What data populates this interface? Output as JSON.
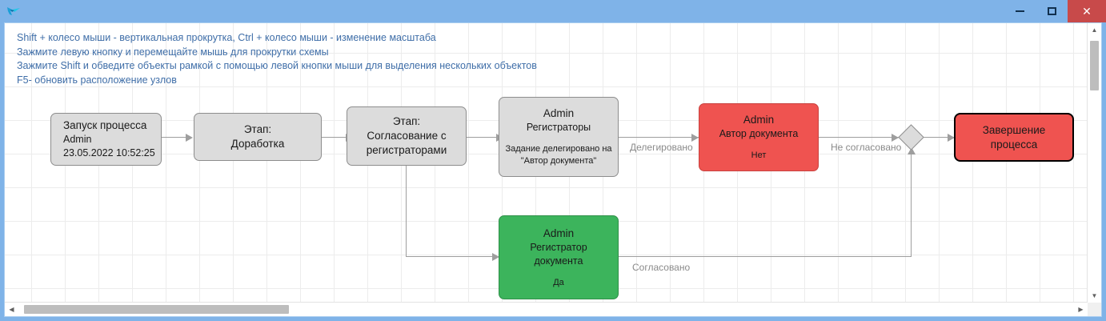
{
  "window": {
    "app_icon": "bird-icon",
    "title": "",
    "minimize_label": "",
    "maximize_label": "",
    "close_label": "✕"
  },
  "help": {
    "lines": [
      "Shift + колесо мыши - вертикальная прокрутка, Ctrl + колесо мыши - изменение масштаба",
      "Зажмите левую кнопку и перемещайте мышь для прокрутки схемы",
      "Зажмите Shift и обведите объекты рамкой с помощью левой кнопки мыши для выделения нескольких объектов",
      "F5- обновить расположение узлов"
    ]
  },
  "diagram": {
    "colors": {
      "node_default": "#dcdcdc",
      "node_red": "#ef5350",
      "node_green": "#3cb45c",
      "edge": "#9e9e9e",
      "label": "#8a8a8a",
      "help_text": "#3f6ea8"
    },
    "nodes": [
      {
        "id": "start",
        "line1": "Запуск процесса",
        "line2": "Admin",
        "line3": "23.05.2022 10:52:25"
      },
      {
        "id": "stage-revision",
        "line1": "Этап:",
        "line2": "Доработка"
      },
      {
        "id": "stage-approval",
        "line1": "Этап:",
        "line2": "Согласование с",
        "line3": "регистраторами"
      },
      {
        "id": "task-registrars",
        "line1": "Admin",
        "line2": "Регистраторы",
        "line3": "Задание делегировано на",
        "line4": "\"Автор документа\""
      },
      {
        "id": "task-author",
        "line1": "Admin",
        "line2": "Автор документа",
        "line3": "Нет"
      },
      {
        "id": "task-registrar-doc",
        "line1": "Admin",
        "line2": "Регистратор",
        "line3": "документа",
        "line4": "Да"
      },
      {
        "id": "end",
        "line1": "Завершение",
        "line2": "процесса"
      }
    ],
    "edge_labels": {
      "delegated": "Делегировано",
      "not_approved": "Не согласовано",
      "approved": "Согласовано"
    },
    "junction": "merge-diamond"
  },
  "scroll": {
    "v_up": "▲",
    "v_down": "▼",
    "h_left": "◀",
    "h_right": "▶"
  }
}
